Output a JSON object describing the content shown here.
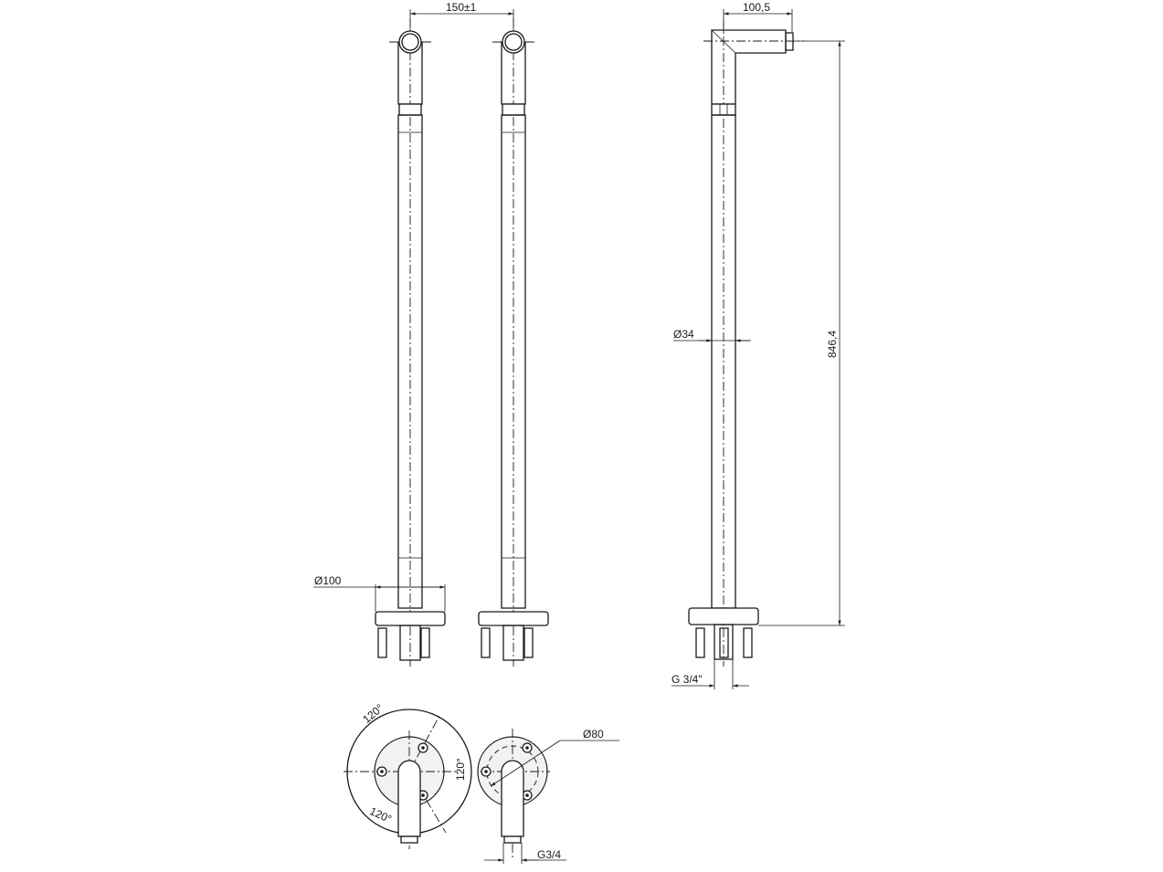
{
  "drawing": {
    "front_view": {
      "spacing_label": "150±1",
      "base_diameter_label": "Ø100"
    },
    "side_view": {
      "spout_reach_label": "100,5",
      "pipe_diameter_label": "Ø34",
      "height_label": "846,4",
      "thread_label": "G 3/4\""
    },
    "plan_view": {
      "angle_labels": [
        "120°",
        "120°",
        "120°"
      ],
      "flange_diameter_label": "Ø80",
      "thread_label": "G3/4"
    }
  }
}
